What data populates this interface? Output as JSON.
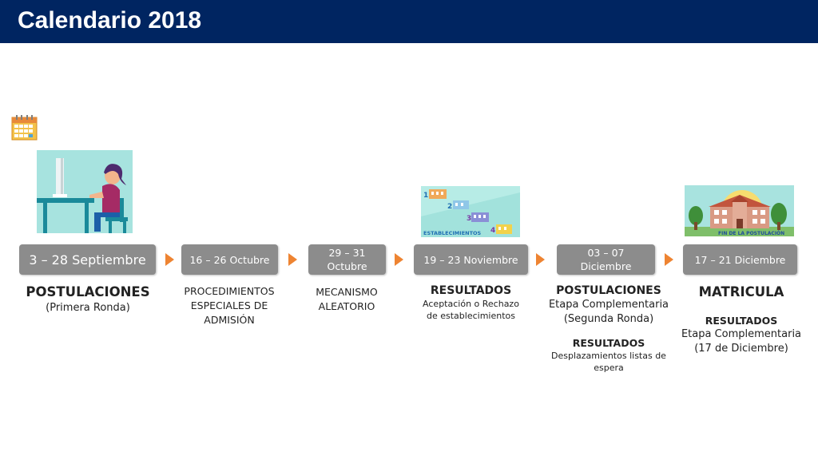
{
  "header": {
    "title": "Calendario 2018"
  },
  "icons": {
    "calendar": "calendar-icon"
  },
  "colors": {
    "header_bg": "#002561",
    "date_box": "#8c8c8c",
    "arrow": "#ee8432"
  },
  "illustrations": {
    "establecimientos": {
      "caption": "ESTABLECIMIENTOS",
      "numbers": [
        "1",
        "2",
        "3",
        "4"
      ]
    },
    "matricula": {
      "banner": "FIN DE LA POSTULACIÓN"
    }
  },
  "timeline": [
    {
      "date": "3 – 28 Septiembre",
      "title": "POSTULACIONES",
      "sub": "(Primera Ronda)"
    },
    {
      "date": "16 – 26 Octubre",
      "lines": [
        "PROCEDIMIENTOS",
        "ESPECIALES DE",
        "ADMISIÓN"
      ]
    },
    {
      "date_lines": [
        "29 – 31",
        "Octubre"
      ],
      "lines": [
        "MECANISMO",
        "ALEATORIO"
      ]
    },
    {
      "date": "19 – 23 Noviembre",
      "title": "RESULTADOS",
      "sub_lines": [
        "Aceptación o Rechazo",
        "de establecimientos"
      ]
    },
    {
      "date_lines": [
        "03 – 07",
        "Diciembre"
      ],
      "title": "POSTULACIONES",
      "sub_lines": [
        "Etapa Complementaria",
        "(Segunda Ronda)"
      ],
      "title2": "RESULTADOS",
      "sub2_lines": [
        "Desplazamientos listas de",
        "espera"
      ]
    },
    {
      "date": "17 – 21 Diciembre",
      "title": "MATRICULA",
      "title2": "RESULTADOS",
      "sub2_lines": [
        "Etapa Complementaria",
        "(17 de Diciembre)"
      ]
    }
  ]
}
